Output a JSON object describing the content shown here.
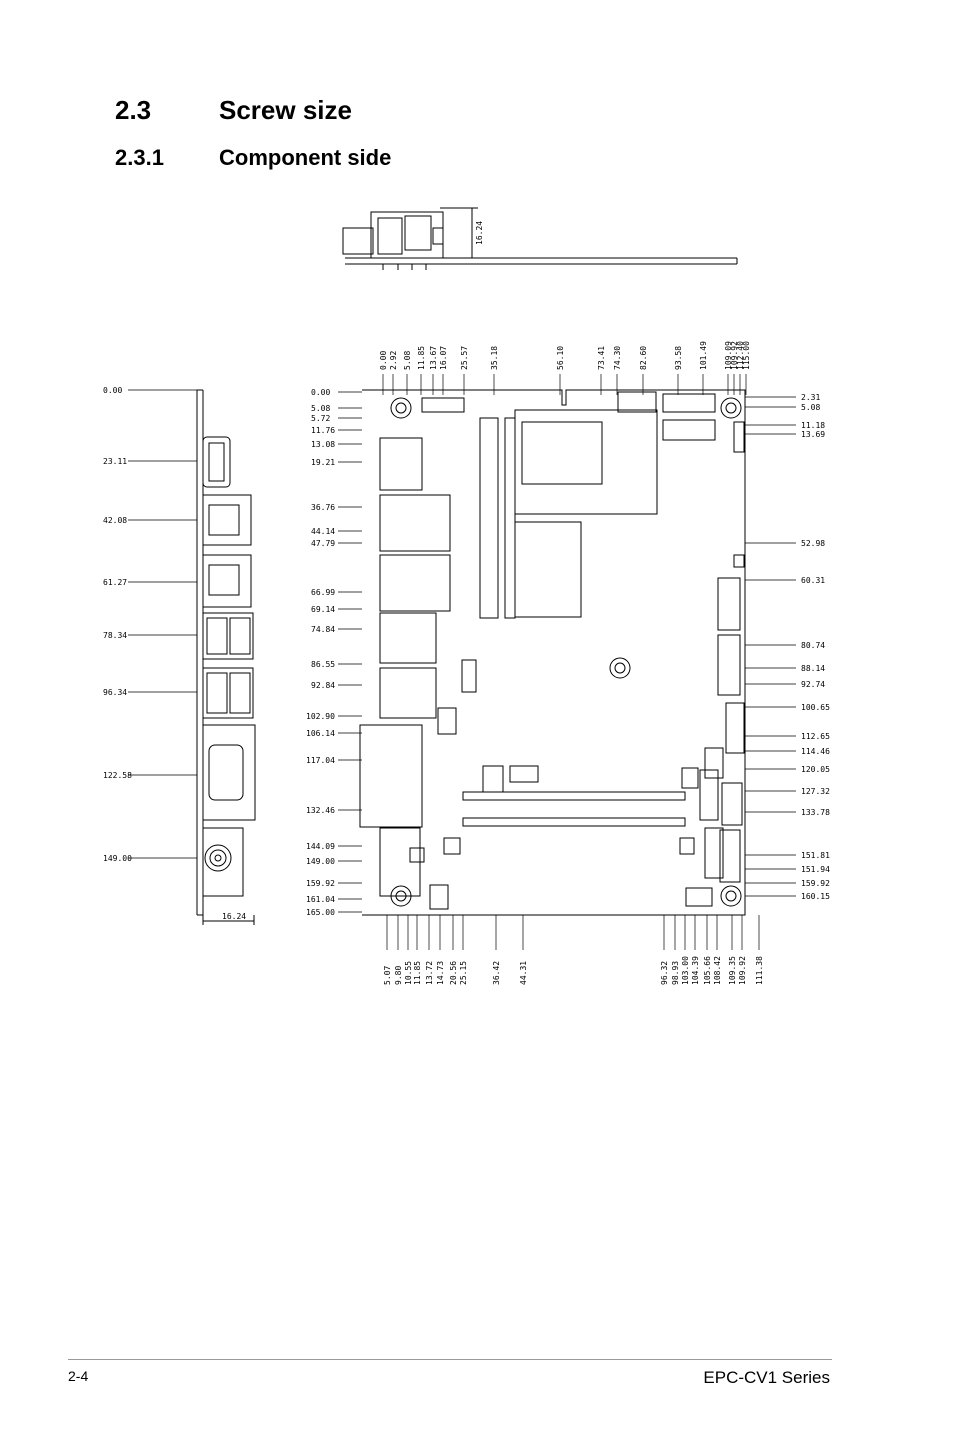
{
  "section": {
    "number": "2.3",
    "title": "Screw size"
  },
  "subsection": {
    "number": "2.3.1",
    "title": "Component side"
  },
  "drawing": {
    "side_view_height": "16.24",
    "left_edge_labels": [
      "0.00",
      "23.11",
      "42.08",
      "61.27",
      "78.34",
      "96.34",
      "122.58",
      "149.00"
    ],
    "left_edge_depth": "16.24",
    "top_labels": [
      "0.00",
      "2.92",
      "5.08",
      "11.85",
      "13.67",
      "16.07",
      "25.57",
      "35.18",
      "56.10",
      "73.41",
      "74.30",
      "82.60",
      "93.58",
      "101.49",
      "109.09",
      "109.92",
      "112.40",
      "115.00"
    ],
    "left_labels": [
      "0.00",
      "5.08",
      "5.72",
      "11.76",
      "13.08",
      "19.21",
      "36.76",
      "44.14",
      "47.79",
      "66.99",
      "69.14",
      "74.84",
      "86.55",
      "92.84",
      "102.90",
      "106.14",
      "117.04",
      "132.46",
      "144.09",
      "149.00",
      "159.92",
      "161.04",
      "165.00"
    ],
    "right_labels": [
      "2.31",
      "5.08",
      "11.18",
      "13.69",
      "52.98",
      "60.31",
      "80.74",
      "88.14",
      "92.74",
      "100.65",
      "112.65",
      "114.46",
      "120.05",
      "127.32",
      "133.78",
      "151.81",
      "151.94",
      "159.92",
      "160.15"
    ],
    "bottom_labels": [
      "5.07",
      "9.80",
      "10.55",
      "11.85",
      "13.72",
      "14.73",
      "20.56",
      "25.15",
      "36.42",
      "44.31",
      "96.32",
      "98.93",
      "103.00",
      "104.39",
      "105.66",
      "108.42",
      "109.35",
      "109.92",
      "111.38"
    ]
  },
  "footer": {
    "page": "2-4",
    "series": "EPC-CV1 Series"
  }
}
